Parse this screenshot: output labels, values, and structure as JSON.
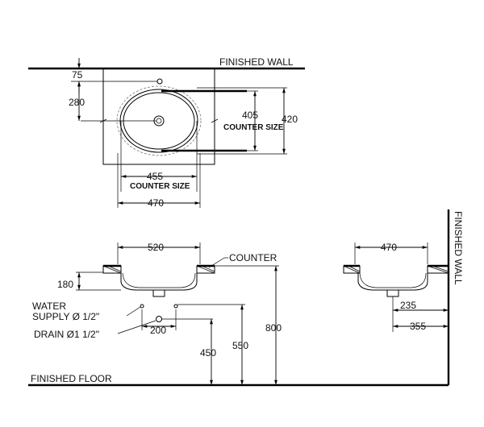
{
  "labels": {
    "finished_wall_top": "FINISHED  WALL",
    "finished_wall_side": "FINISHED  WALL",
    "finished_floor": "FINISHED  FLOOR",
    "counter": "COUNTER",
    "water_supply_line1": "WATER",
    "water_supply_line2": "SUPPLY  Ø 1/2\"",
    "drain": "DRAIN  Ø1 1/2\""
  },
  "plan_view": {
    "dim_75": "75",
    "dim_280": "280",
    "dim_405": "405",
    "dim_405_note": "COUNTER SIZE",
    "dim_420": "420",
    "dim_455": "455",
    "dim_455_note": "COUNTER SIZE",
    "dim_470": "470"
  },
  "front_view": {
    "dim_520": "520",
    "dim_180": "180",
    "dim_200": "200",
    "dim_450": "450",
    "dim_550": "550",
    "dim_800": "800"
  },
  "side_view": {
    "dim_470": "470",
    "dim_235": "235",
    "dim_355": "355"
  }
}
